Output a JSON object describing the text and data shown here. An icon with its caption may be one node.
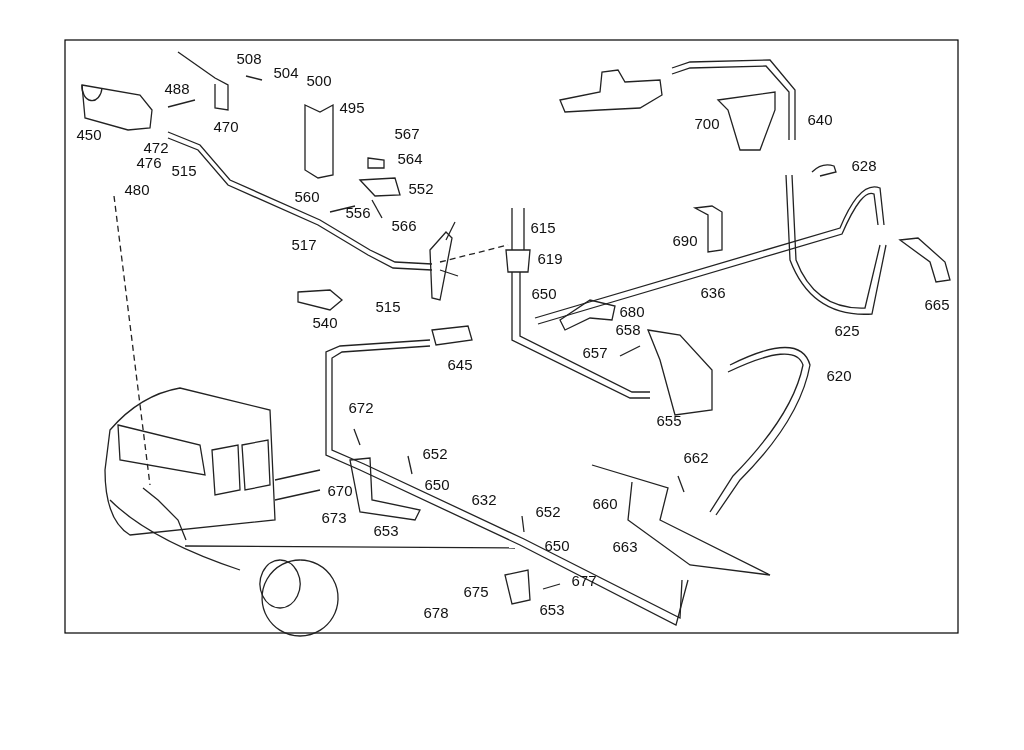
{
  "diagram": {
    "labels": [
      "508",
      "504",
      "500",
      "488",
      "495",
      "470",
      "700",
      "640",
      "450",
      "472",
      "567",
      "628",
      "515",
      "476",
      "564",
      "552",
      "480",
      "560",
      "556",
      "566",
      "615",
      "690",
      "517",
      "619",
      "636",
      "650",
      "680",
      "665",
      "540",
      "515",
      "658",
      "625",
      "657",
      "645",
      "620",
      "655",
      "672",
      "652",
      "662",
      "650",
      "670",
      "632",
      "660",
      "652",
      "673",
      "653",
      "650",
      "663",
      "675",
      "677",
      "653",
      "678"
    ]
  }
}
